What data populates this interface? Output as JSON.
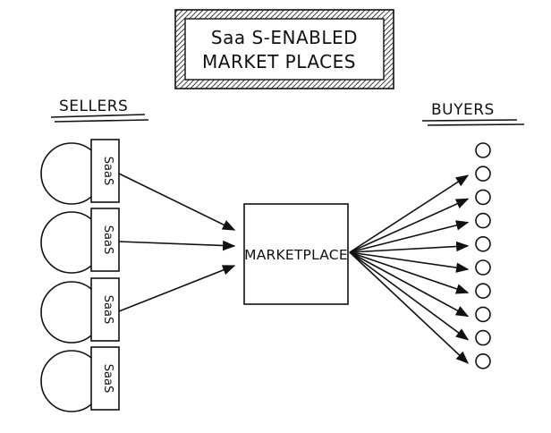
{
  "title": {
    "line1": "Saa S-ENABLED",
    "line2": "MARKET PLACES"
  },
  "sellers": {
    "label": "SELLERS",
    "saas_tag": "SaaS",
    "count": 4
  },
  "buyers": {
    "label": "BUYERS",
    "count": 10
  },
  "marketplace": {
    "label": "MARKETPLACE"
  }
}
